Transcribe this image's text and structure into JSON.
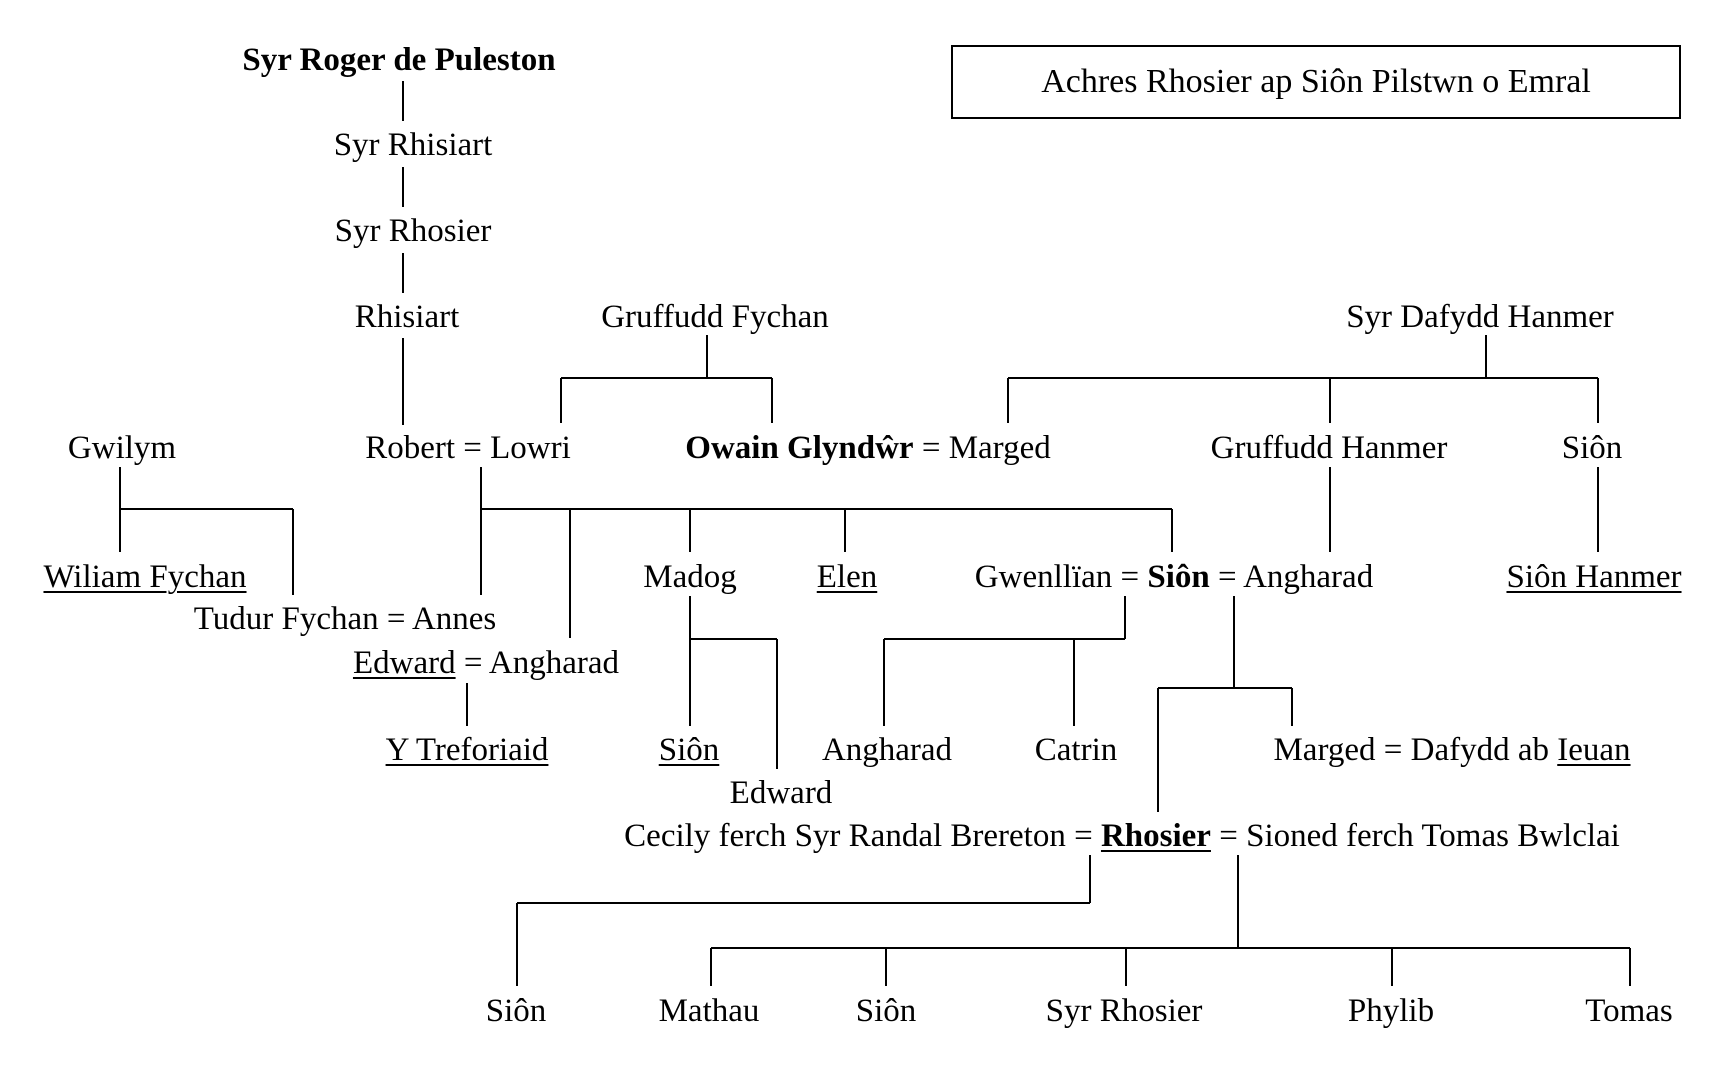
{
  "title": "Achres Rhosier ap Siôn Pilstwn o Emral",
  "people": {
    "roger_de_puleston": "Syr Roger de Puleston",
    "syr_rhisiart": "Syr Rhisiart",
    "syr_rhosier": "Syr Rhosier",
    "rhisiart": "Rhisiart",
    "gruffudd_fychan": "Gruffudd Fychan",
    "syr_dafydd_hanmer": "Syr Dafydd Hanmer",
    "gwilym": "Gwilym",
    "robert": "Robert",
    "lowri": "Lowri",
    "owain_glyndwr": "Owain Glyndŵr",
    "marged_hanmer": "Marged",
    "gruffudd_hanmer": "Gruffudd Hanmer",
    "sion_hanmer_father": "Siôn",
    "wiliam_fychan": "Wiliam Fychan",
    "tudur_fychan": "Tudur Fychan",
    "annes": "Annes",
    "edward": "Edward",
    "angharad_edward": "Angharad",
    "madog": "Madog",
    "elen": "Elen",
    "gwenllian": "Gwenllïan",
    "sion_main": "Siôn",
    "angharad_hanmer": "Angharad",
    "sion_hanmer": "Siôn Hanmer",
    "y_treforiaid": "Y Treforiaid",
    "sion_madog": "Siôn",
    "edward_madog": "Edward",
    "angharad_daughter": "Angharad",
    "catrin": "Catrin",
    "marged_daughter": "Marged",
    "dafydd_ab": "Dafydd ab",
    "ieuan": "Ieuan",
    "cecily": "Cecily ferch Syr Randal Brereton",
    "rhosier": "Rhosier",
    "sioned": "Sioned ferch Tomas Bwlclai",
    "child_sion_1": "Siôn",
    "child_mathau": "Mathau",
    "child_sion_2": "Siôn",
    "child_syr_rhosier": "Syr Rhosier",
    "child_phylib": "Phylib",
    "child_tomas": "Tomas"
  },
  "marriage_symbol": "="
}
